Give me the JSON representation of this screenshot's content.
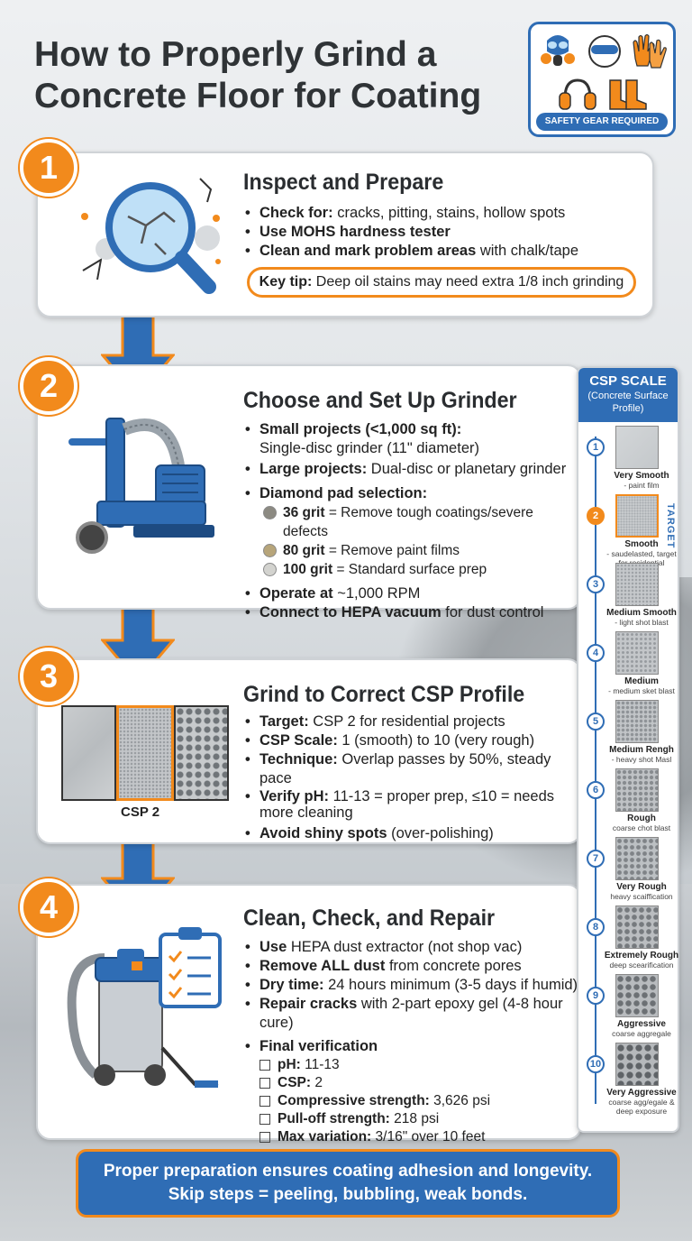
{
  "title": "How to Properly Grind a Concrete Floor for Coating",
  "safety": {
    "label": "SAFETY GEAR REQUIRED"
  },
  "steps": [
    {
      "number": "1",
      "heading": "Inspect and Prepare",
      "bullets": [
        {
          "bold": "Check for:",
          "text": " cracks, pitting, stains, hollow spots"
        },
        {
          "bold": "Use MOHS hardness tester",
          "text": ""
        },
        {
          "bold": "Clean and mark problem areas",
          "text": " with chalk/tape"
        }
      ],
      "tip": {
        "bold": "Key tip:",
        "text": " Deep oil stains may need extra 1/8 inch grinding"
      }
    },
    {
      "number": "2",
      "heading": "Choose and Set Up Grinder",
      "bullets": [
        {
          "bold": "Small projects (<1,000 sq ft):",
          "text": "",
          "sub": "Single-disc grinder (11\" diameter)"
        },
        {
          "bold": "Large projects:",
          "text": " Dual-disc or planetary grinder"
        },
        {
          "bold": "Diamond pad selection:",
          "text": ""
        }
      ],
      "grits": [
        {
          "bold": "36 grit",
          "text": " = Remove tough coatings/severe defects",
          "color": "#8c8a82"
        },
        {
          "bold": "80 grit",
          "text": " = Remove paint films",
          "color": "#b7a57a"
        },
        {
          "bold": "100 grit",
          "text": " = Standard surface prep",
          "color": "#d3d3cf"
        }
      ],
      "bullets2": [
        {
          "bold": "Operate at",
          "text": " ~1,000 RPM"
        },
        {
          "bold": "Connect to HEPA vacuum",
          "text": " for dust control"
        }
      ]
    },
    {
      "number": "3",
      "heading": "Grind to Correct CSP Profile",
      "image_label": "CSP 2",
      "bullets": [
        {
          "bold": "Target:",
          "text": " CSP 2 for residential projects"
        },
        {
          "bold": "CSP Scale:",
          "text": " 1 (smooth) to 10 (very rough)"
        },
        {
          "bold": "Technique:",
          "text": " Overlap passes by 50%, steady pace"
        },
        {
          "bold": "Verify pH:",
          "text": " 11-13 = proper prep, ≤10 = needs more cleaning"
        },
        {
          "bold": "Avoid shiny spots",
          "text": " (over-polishing)"
        }
      ]
    },
    {
      "number": "4",
      "heading": "Clean, Check, and Repair",
      "bullets": [
        {
          "bold": "Use",
          "text": " HEPA dust extractor (not shop vac)"
        },
        {
          "bold": "Remove ALL dust",
          "text": " from concrete pores"
        },
        {
          "bold": "Dry time:",
          "text": " 24 hours minimum (3-5 days if humid)"
        },
        {
          "bold": "Repair cracks",
          "text": " with 2-part epoxy gel (4-8 hour cure)"
        },
        {
          "bold": "Final verification",
          "text": ""
        }
      ],
      "checks": [
        {
          "bold": "pH:",
          "text": " 11-13"
        },
        {
          "bold": "CSP:",
          "text": " 2"
        },
        {
          "bold": "Compressive strength:",
          "text": " 3,626 psi"
        },
        {
          "bold": "Pull-off strength:",
          "text": " 218 psi"
        },
        {
          "bold": "Max variation:",
          "text": " 3/16\" over 10 feet"
        }
      ]
    }
  ],
  "csp_scale": {
    "title": "CSP SCALE",
    "subtitle": "(Concrete Surface Profile)",
    "target_label": "TARGET",
    "levels": [
      {
        "n": "1",
        "name": "Very Smooth",
        "desc": "- paint film"
      },
      {
        "n": "2",
        "name": "Smooth",
        "desc": "- saudelasted, target for residential"
      },
      {
        "n": "3",
        "name": "Medium Smooth",
        "desc": "- light shot blast"
      },
      {
        "n": "4",
        "name": "Medium",
        "desc": "- medium sket blast"
      },
      {
        "n": "5",
        "name": "Medium Rengh",
        "desc": "- heavy shot Masl"
      },
      {
        "n": "6",
        "name": "Rough",
        "desc": "coarse chot blast"
      },
      {
        "n": "7",
        "name": "Very Rough",
        "desc": "heavy scaiffication"
      },
      {
        "n": "8",
        "name": "Extremely Rough",
        "desc": "deep scearification"
      },
      {
        "n": "9",
        "name": "Aggressive",
        "desc": "coarse aggregale"
      },
      {
        "n": "10",
        "name": "Very Aggressive",
        "desc": "coarse agg/egale & deep exposure"
      }
    ]
  },
  "footer": {
    "line1": "Proper preparation ensures coating adhesion and longevity.",
    "line2": "Skip steps = peeling, bubbling, weak bonds."
  },
  "colors": {
    "accent": "#f28a1c",
    "brand": "#2f6db5",
    "text": "#2f3336"
  }
}
